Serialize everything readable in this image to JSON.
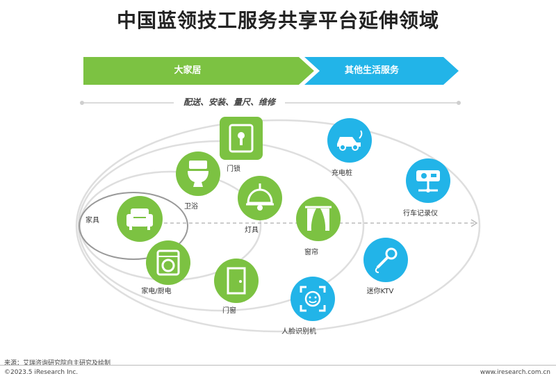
{
  "title": "中国蓝领技工服务共享平台延伸领域",
  "bands": {
    "left": "大家居",
    "right": "其他生活服务",
    "left_color": "#7cc242",
    "right_color": "#22b4e8"
  },
  "subtitle": "配送、安装、量尺、维修",
  "nodes": {
    "door_lock": "门锁",
    "bathroom": "卫浴",
    "lamp": "灯具",
    "furniture": "家具",
    "appliance": "家电/厨电",
    "door_window": "门窗",
    "curtain": "窗帘",
    "charging_pile": "充电桩",
    "dashcam": "行车记录仪",
    "mini_ktv": "迷你KTV",
    "face_recognition": "人脸识别机"
  },
  "footer": {
    "source": "来源：艾瑞咨询研究院自主研究及绘制",
    "copyright": "©2023.5 iResearch Inc.",
    "website": "www.iresearch.com.cn"
  }
}
